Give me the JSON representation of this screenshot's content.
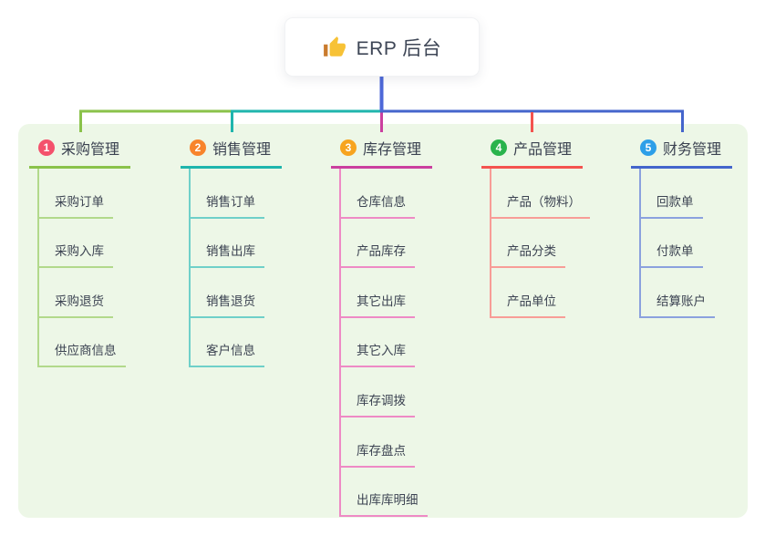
{
  "root": {
    "title": "ERP 后台",
    "icon": "thumbs-up-icon",
    "icon_color": "#f7c236",
    "icon_cuff_color": "#c97b2d",
    "line_color": "#4d68d8",
    "bg": "#ffffff"
  },
  "panel": {
    "bg": "#edf7e7"
  },
  "branches": [
    {
      "number": "1",
      "title": "采购管理",
      "colors": {
        "badge": "#f4516c",
        "line": "#8ac24a",
        "light": "#b2d98b"
      },
      "children": [
        "采购订单",
        "采购入库",
        "采购退货",
        "供应商信息"
      ]
    },
    {
      "number": "2",
      "title": "销售管理",
      "colors": {
        "badge": "#f8842c",
        "line": "#1fb5ad",
        "light": "#6fd0c9"
      },
      "children": [
        "销售订单",
        "销售出库",
        "销售退货",
        "客户信息"
      ]
    },
    {
      "number": "3",
      "title": "库存管理",
      "colors": {
        "badge": "#f7a41f",
        "line": "#cb3f9f",
        "light": "#ee8ac5"
      },
      "children": [
        "仓库信息",
        "产品库存",
        "其它出库",
        "其它入库",
        "库存调拨",
        "库存盘点",
        "出库库明细"
      ]
    },
    {
      "number": "4",
      "title": "产品管理",
      "colors": {
        "badge": "#29b34c",
        "line": "#f4534f",
        "light": "#f89d97"
      },
      "children": [
        "产品（物料）",
        "产品分类",
        "产品单位"
      ]
    },
    {
      "number": "5",
      "title": "财务管理",
      "colors": {
        "badge": "#2d9fe8",
        "line": "#4465cc",
        "light": "#8ba1de"
      },
      "children": [
        "回款单",
        "付款单",
        "结算账户"
      ]
    }
  ]
}
